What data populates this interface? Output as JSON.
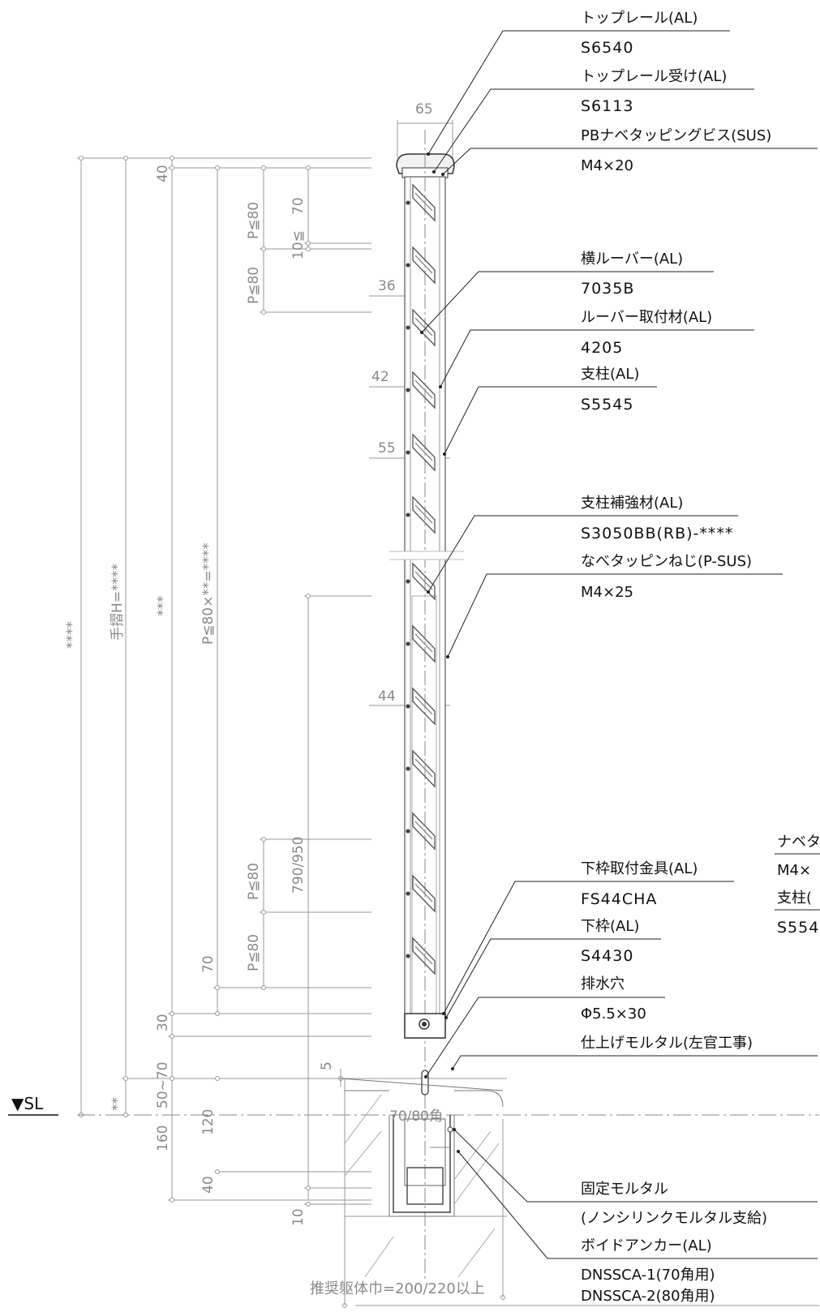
{
  "callouts": [
    {
      "name": "トップレール(AL)",
      "code": "S6540"
    },
    {
      "name": "トップレール受け(AL)",
      "code": "S6113"
    },
    {
      "name": "PBナベタッピングビス(SUS)",
      "code": "M4×20"
    },
    {
      "name": "横ルーバー(AL)",
      "code": "7035B"
    },
    {
      "name": "ルーバー取付材(AL)",
      "code": "4205"
    },
    {
      "name": "支柱(AL)",
      "code": "S5545"
    },
    {
      "name": "支柱補強材(AL)",
      "code": "S3050BB(RB)-****"
    },
    {
      "name": "なべタッピンねじ(P-SUS)",
      "code": "M4×25"
    },
    {
      "name": "下枠取付金具(AL)",
      "code": "FS44CHA"
    },
    {
      "name": "下枠(AL)",
      "code": "S4430"
    },
    {
      "name": "排水穴",
      "code": "Φ5.5×30"
    },
    {
      "name": "仕上げモルタル(左官工事)",
      "code": ""
    },
    {
      "name": "固定モルタル",
      "code": "(ノンシリンクモルタル支給)"
    },
    {
      "name": "ボイドアンカー(AL)",
      "code": "DNSSCA-1(70角用)"
    },
    {
      "name": "",
      "code": "DNSSCA-2(80角用)"
    }
  ],
  "cut_labels": {
    "l1": "ナベタ",
    "l2": "M4×",
    "l3": "支柱(",
    "l4": "S554"
  },
  "dims": {
    "top_width": "65",
    "d36": "36",
    "d42": "42",
    "d55": "55",
    "d44": "44",
    "d5": "5",
    "v40_top": "40",
    "v70_top": "70",
    "p80_a": "P≦80",
    "v10": "10≦",
    "p80_b": "P≦80",
    "p80_long": "P≦80×**=****",
    "v790": "790/950",
    "p80_c": "P≦80",
    "p80_d": "P≦80",
    "v70_low": "70",
    "v30": "30",
    "v5070": "50~70",
    "v120": "120",
    "v40_low": "40",
    "v160": "160",
    "v10_low": "10",
    "tri_stars": "***",
    "quad_stars": "****",
    "handrail_h": "手摺H=****",
    "double_stars": "**",
    "post_size": "70/80角"
  },
  "sl_label": "▼SL",
  "recommend": "推奨躯体巾=200/220以上"
}
